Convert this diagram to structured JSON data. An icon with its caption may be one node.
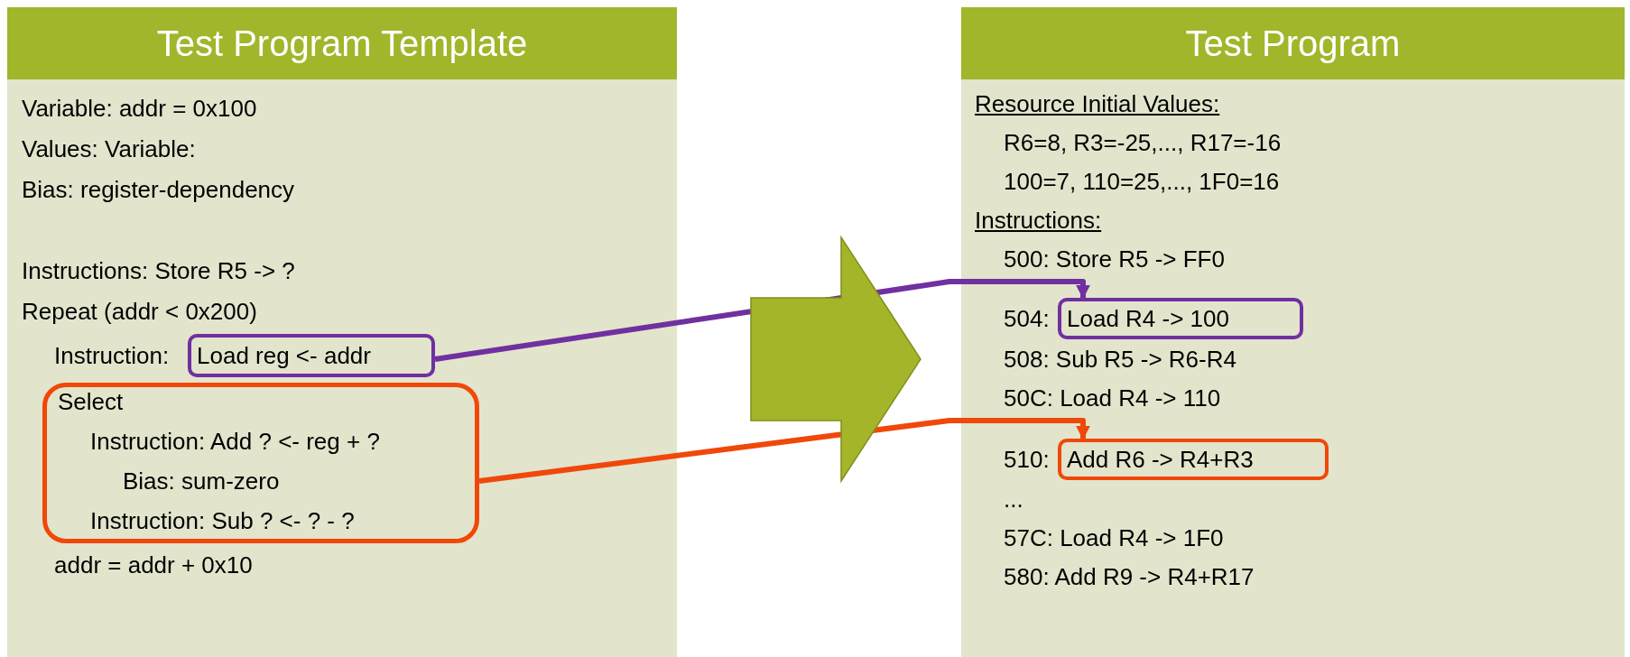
{
  "diagram": {
    "nodes": [
      {
        "text": [
          "Test Program Template"
        ]
      },
      {
        "text": [
          "Load reg <- addr"
        ],
        "in": 0
      },
      {
        "text": [
          "Select",
          "Instruction: Add ? <- reg + ?",
          "Bias: sum-zero",
          "Instruction: Sub ? <- ? - ?"
        ],
        "in": 0
      },
      {
        "text": [
          "Test Program"
        ]
      },
      {
        "text": [
          "Load R4 -> 100"
        ],
        "in": 3,
        "beside": [
          "504:"
        ]
      },
      {
        "text": [
          "Add R6 -> R4+R3"
        ],
        "in": 3,
        "beside": [
          "510:"
        ]
      }
    ],
    "edges": [
      {
        "from": 1,
        "to": 4,
        "arrow": "to",
        "color": "#7030a0"
      },
      {
        "from": 2,
        "to": 5,
        "arrow": "to",
        "color": "#f0480a"
      },
      {
        "from": 0,
        "to": 3,
        "arrow": "to",
        "style": "thick",
        "color": "#a4b52a"
      }
    ],
    "labels": [
      "Variable: addr = 0x100",
      "Values: Variable:",
      "Bias: register-dependency",
      "Instructions: Store R5 -> ?",
      "Repeat (addr < 0x200)",
      "Instruction:",
      "addr = addr + 0x10",
      "Resource Initial Values:",
      "R6=8, R3=-25,..., R17=-16",
      "100=7, 110=25,..., 1F0=16",
      "Instructions:",
      "500: Store R5 -> FF0",
      "508: Sub R5 -> R6-R4",
      "50C: Load R4 -> 110",
      "...",
      "57C: Load R4 -> 1F0",
      "580: Add R9 -> R4+R17"
    ]
  }
}
